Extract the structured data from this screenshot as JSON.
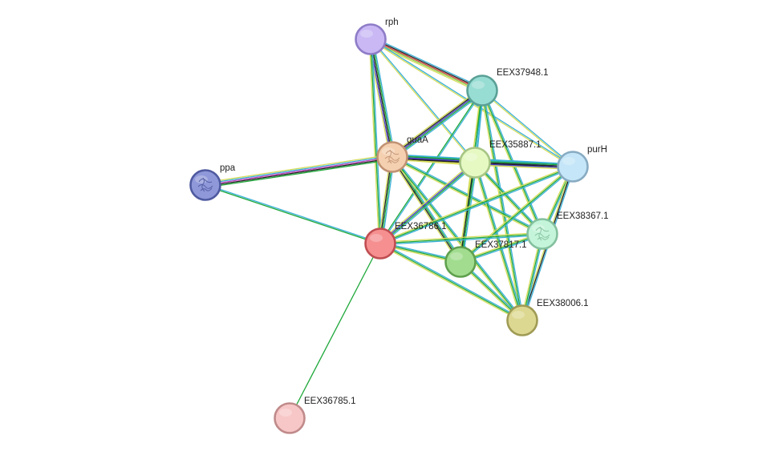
{
  "network": {
    "nodes": [
      {
        "id": "rph",
        "label": "rph",
        "fill": "#c9b8f4",
        "stroke": "#8e7cc7"
      },
      {
        "id": "EEX37948.1",
        "label": "EEX37948.1",
        "fill": "#98ddd3",
        "stroke": "#5aa096"
      },
      {
        "id": "guaA",
        "label": "guaA",
        "fill": "#f4d0b0",
        "stroke": "#c19273",
        "glyph": "structure"
      },
      {
        "id": "EEX35887.1",
        "label": "EEX35887.1",
        "fill": "#e6f9c3",
        "stroke": "#a7c585"
      },
      {
        "id": "purH",
        "label": "purH",
        "fill": "#c5e6f8",
        "stroke": "#87abc2"
      },
      {
        "id": "ppa",
        "label": "ppa",
        "fill": "#8f98d9",
        "stroke": "#4f5aa0",
        "glyph": "structure"
      },
      {
        "id": "EEX38367.1",
        "label": "EEX38367.1",
        "fill": "#c4f4d9",
        "stroke": "#84c09e",
        "glyph": "structure"
      },
      {
        "id": "EEX36786.1",
        "label": "EEX36786.1",
        "fill": "#f58f90",
        "stroke": "#c04d51"
      },
      {
        "id": "EEX37817.1",
        "label": "EEX37817.1",
        "fill": "#a2dd8f",
        "stroke": "#60a04e"
      },
      {
        "id": "EEX38006.1",
        "label": "EEX38006.1",
        "fill": "#dcd891",
        "stroke": "#9f9b55"
      },
      {
        "id": "EEX36785.1",
        "label": "EEX36785.1",
        "fill": "#f7c7c7",
        "stroke": "#c08a8a"
      }
    ],
    "edges": [
      {
        "source": "rph",
        "target": "EEX37948.1",
        "colors": [
          "#3ab0d8",
          "#222222",
          "#d03c3c",
          "#8ccf45",
          "#d6dc5b"
        ]
      },
      {
        "source": "rph",
        "target": "guaA",
        "colors": [
          "#3ab0d8",
          "#1fa83a",
          "#222222",
          "#4b3ec8",
          "#d6dc5b"
        ]
      },
      {
        "source": "rph",
        "target": "EEX35887.1",
        "colors": [
          "#3ab0d8",
          "#d6dc5b"
        ]
      },
      {
        "source": "rph",
        "target": "purH",
        "colors": [
          "#3ab0d8",
          "#d6dc5b"
        ]
      },
      {
        "source": "rph",
        "target": "EEX36786.1",
        "colors": [
          "#3ab0d8",
          "#1fa83a",
          "#d6dc5b"
        ]
      },
      {
        "source": "EEX37948.1",
        "target": "guaA",
        "colors": [
          "#3ab0d8",
          "#1fa83a",
          "#4b3ec8",
          "#222222",
          "#d6dc5b"
        ]
      },
      {
        "source": "EEX37948.1",
        "target": "EEX35887.1",
        "colors": [
          "#3ab0d8",
          "#1fa83a",
          "#d6dc5b"
        ]
      },
      {
        "source": "EEX37948.1",
        "target": "purH",
        "colors": [
          "#3ab0d8",
          "#d6dc5b"
        ]
      },
      {
        "source": "EEX37948.1",
        "target": "EEX38367.1",
        "colors": [
          "#3ab0d8",
          "#1fa83a",
          "#d6dc5b"
        ]
      },
      {
        "source": "EEX37948.1",
        "target": "EEX36786.1",
        "colors": [
          "#3ab0d8",
          "#1fa83a"
        ]
      },
      {
        "source": "EEX37948.1",
        "target": "EEX37817.1",
        "colors": [
          "#3ab0d8",
          "#1fa83a",
          "#d6dc5b"
        ]
      },
      {
        "source": "EEX37948.1",
        "target": "EEX38006.1",
        "colors": [
          "#3ab0d8",
          "#1fa83a",
          "#d6dc5b"
        ]
      },
      {
        "source": "guaA",
        "target": "ppa",
        "colors": [
          "#1fa83a",
          "#222222",
          "#c03fc0",
          "#3ab0d8",
          "#d6dc5b"
        ]
      },
      {
        "source": "guaA",
        "target": "EEX35887.1",
        "colors": [
          "#3ab0d8",
          "#1fa83a",
          "#4b3ec8",
          "#222222",
          "#d6dc5b"
        ]
      },
      {
        "source": "guaA",
        "target": "purH",
        "colors": [
          "#3ab0d8",
          "#1fa83a",
          "#4b3ec8",
          "#222222",
          "#d6dc5b"
        ]
      },
      {
        "source": "guaA",
        "target": "EEX38367.1",
        "colors": [
          "#3ab0d8",
          "#1fa83a",
          "#d6dc5b"
        ]
      },
      {
        "source": "guaA",
        "target": "EEX36786.1",
        "colors": [
          "#3ab0d8",
          "#1fa83a",
          "#222222",
          "#d6dc5b"
        ]
      },
      {
        "source": "guaA",
        "target": "EEX37817.1",
        "colors": [
          "#3ab0d8",
          "#1fa83a",
          "#222222",
          "#d6dc5b"
        ]
      },
      {
        "source": "guaA",
        "target": "EEX38006.1",
        "colors": [
          "#3ab0d8",
          "#1fa83a",
          "#d6dc5b"
        ]
      },
      {
        "source": "EEX35887.1",
        "target": "purH",
        "colors": [
          "#3ab0d8",
          "#1fa83a",
          "#222222",
          "#4b3ec8",
          "#d6dc5b"
        ]
      },
      {
        "source": "EEX35887.1",
        "target": "EEX38367.1",
        "colors": [
          "#3ab0d8",
          "#1fa83a",
          "#d6dc5b"
        ]
      },
      {
        "source": "EEX35887.1",
        "target": "EEX36786.1",
        "colors": [
          "#3ab0d8",
          "#1fa83a",
          "#4b3ec8",
          "#d6dc5b"
        ]
      },
      {
        "source": "EEX35887.1",
        "target": "EEX37817.1",
        "colors": [
          "#3ab0d8",
          "#1fa83a",
          "#222222",
          "#d6dc5b"
        ]
      },
      {
        "source": "EEX35887.1",
        "target": "EEX38006.1",
        "colors": [
          "#3ab0d8",
          "#1fa83a",
          "#d6dc5b"
        ]
      },
      {
        "source": "purH",
        "target": "EEX38367.1",
        "colors": [
          "#3ab0d8",
          "#1fa83a",
          "#d6dc5b"
        ]
      },
      {
        "source": "purH",
        "target": "EEX36786.1",
        "colors": [
          "#3ab0d8",
          "#1fa83a",
          "#d6dc5b"
        ]
      },
      {
        "source": "purH",
        "target": "EEX37817.1",
        "colors": [
          "#3ab0d8",
          "#1fa83a",
          "#d6dc5b"
        ]
      },
      {
        "source": "purH",
        "target": "EEX38006.1",
        "colors": [
          "#3ab0d8",
          "#222222",
          "#d6dc5b"
        ]
      },
      {
        "source": "ppa",
        "target": "EEX36786.1",
        "colors": [
          "#3ab0d8",
          "#1fa83a"
        ]
      },
      {
        "source": "EEX38367.1",
        "target": "EEX36786.1",
        "colors": [
          "#3ab0d8",
          "#1fa83a",
          "#d6dc5b"
        ]
      },
      {
        "source": "EEX38367.1",
        "target": "EEX37817.1",
        "colors": [
          "#3ab0d8",
          "#1fa83a",
          "#d6dc5b"
        ]
      },
      {
        "source": "EEX38367.1",
        "target": "EEX38006.1",
        "colors": [
          "#3ab0d8",
          "#1fa83a",
          "#d6dc5b"
        ]
      },
      {
        "source": "EEX36786.1",
        "target": "EEX37817.1",
        "colors": [
          "#3ab0d8",
          "#1fa83a",
          "#d6dc5b"
        ]
      },
      {
        "source": "EEX36786.1",
        "target": "EEX38006.1",
        "colors": [
          "#3ab0d8",
          "#1fa83a",
          "#d6dc5b"
        ]
      },
      {
        "source": "EEX36786.1",
        "target": "EEX36785.1",
        "colors": [
          "#1fa83a"
        ]
      },
      {
        "source": "EEX37817.1",
        "target": "EEX38006.1",
        "colors": [
          "#3ab0d8",
          "#1fa83a",
          "#d6dc5b"
        ]
      }
    ]
  }
}
